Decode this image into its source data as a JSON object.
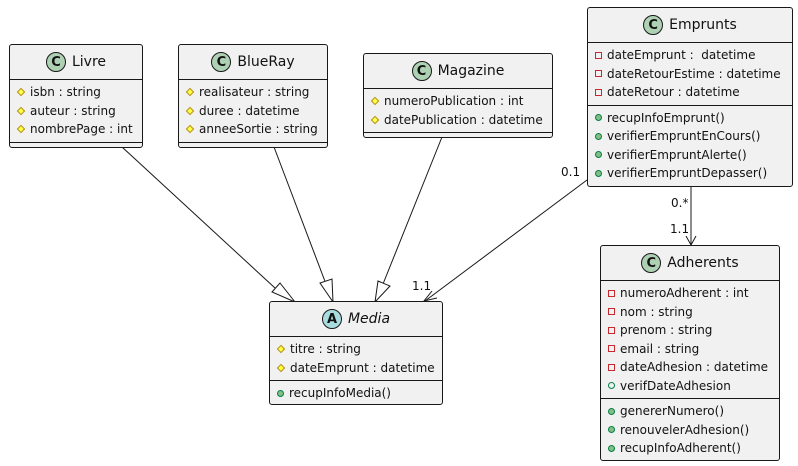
{
  "classes": {
    "livre": {
      "name": "Livre",
      "badge": "C",
      "attributes": [
        {
          "vis": "protected",
          "text": "isbn : string"
        },
        {
          "vis": "protected",
          "text": "auteur : string"
        },
        {
          "vis": "protected",
          "text": "nombrePage : int"
        }
      ]
    },
    "blueray": {
      "name": "BlueRay",
      "badge": "C",
      "attributes": [
        {
          "vis": "protected",
          "text": "realisateur : string"
        },
        {
          "vis": "protected",
          "text": "duree : datetime"
        },
        {
          "vis": "protected",
          "text": "anneeSortie : string"
        }
      ]
    },
    "magazine": {
      "name": "Magazine",
      "badge": "C",
      "attributes": [
        {
          "vis": "protected",
          "text": "numeroPublication : int"
        },
        {
          "vis": "protected",
          "text": "datePublication : datetime"
        }
      ]
    },
    "emprunts": {
      "name": "Emprunts",
      "badge": "C",
      "attributes": [
        {
          "vis": "private",
          "text": "dateEmprunt :  datetime"
        },
        {
          "vis": "private",
          "text": "dateRetourEstime : datetime"
        },
        {
          "vis": "private",
          "text": "dateRetour : datetime"
        }
      ],
      "methods": [
        {
          "vis": "public",
          "text": "recupInfoEmprunt()"
        },
        {
          "vis": "public",
          "text": "verifierEmpruntEnCours()"
        },
        {
          "vis": "public",
          "text": "verifierEmpruntAlerte()"
        },
        {
          "vis": "public",
          "text": "verifierEmpruntDepasser()"
        }
      ]
    },
    "media": {
      "name": "Media",
      "badge": "A",
      "attributes": [
        {
          "vis": "protected",
          "text": "titre : string"
        },
        {
          "vis": "protected",
          "text": "dateEmprunt : datetime"
        }
      ],
      "methods": [
        {
          "vis": "public",
          "text": "recupInfoMedia()"
        }
      ]
    },
    "adherents": {
      "name": "Adherents",
      "badge": "C",
      "attributes": [
        {
          "vis": "private",
          "text": "numeroAdherent : int"
        },
        {
          "vis": "private",
          "text": "nom : string"
        },
        {
          "vis": "private",
          "text": "prenom : string"
        },
        {
          "vis": "private",
          "text": "email : string"
        },
        {
          "vis": "private",
          "text": "dateAdhesion : datetime"
        },
        {
          "vis": "public-hollow",
          "text": "verifDateAdhesion"
        }
      ],
      "methods": [
        {
          "vis": "public",
          "text": "genererNumero()"
        },
        {
          "vis": "public",
          "text": "renouvelerAdhesion()"
        },
        {
          "vis": "public",
          "text": "recupInfoAdherent()"
        }
      ]
    }
  },
  "multiplicities": {
    "emprunts_media_source": "0.1",
    "emprunts_media_target": "1.1",
    "emprunts_adherents_source": "0.*",
    "emprunts_adherents_target": "1.1"
  }
}
